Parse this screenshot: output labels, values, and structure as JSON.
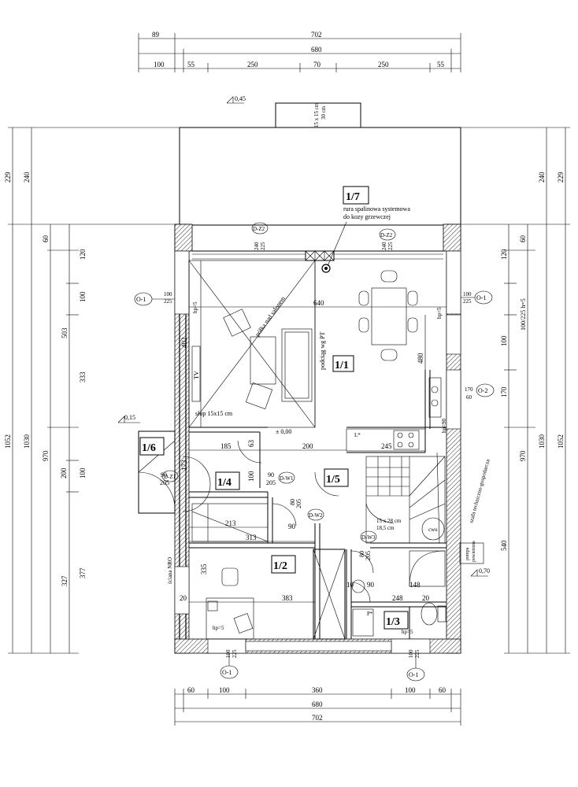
{
  "dims_top": {
    "row1": [
      "89",
      "702"
    ],
    "row2": [
      "680"
    ],
    "row3": [
      "100",
      "55",
      "250",
      "70",
      "250",
      "55"
    ]
  },
  "dims_bottom": {
    "row1": [
      "60",
      "100",
      "360",
      "100",
      "60"
    ],
    "row2": [
      "680"
    ],
    "row3": [
      "702"
    ]
  },
  "dims_left": {
    "outer": [
      "229",
      "1052"
    ],
    "mid": [
      "240",
      "1030"
    ],
    "inner": [
      "60",
      "970",
      "503",
      "327"
    ],
    "inner2": [
      "120",
      "100",
      "333",
      "200",
      "100",
      "377"
    ]
  },
  "dims_right": {
    "outer": [
      "229",
      "1052"
    ],
    "mid": [
      "240",
      "1030"
    ],
    "inner": [
      "60",
      "970",
      "540"
    ],
    "inner2": [
      "120",
      "100/225 h=5",
      "100",
      "170"
    ]
  },
  "levels": {
    "top": "0,45",
    "left": "0,15",
    "floor": "± 0,00",
    "right": "0,70"
  },
  "chimney": {
    "a": "15 x 15 cm",
    "b": "30 cm"
  },
  "rooms": [
    "1/1",
    "1/2",
    "1/3",
    "1/4",
    "1/5",
    "1/6",
    "1/7"
  ],
  "windows": {
    "o1": "O-1",
    "o2": "O-2",
    "o1_dims": "100\n225",
    "o2_dims": "170\n60"
  },
  "doors": {
    "dz1": "D-Z1",
    "dz2": "D-Z2",
    "dw1": "D-W1",
    "dw2": "D-W2",
    "dw3": "D-W3"
  },
  "texts": {
    "rura": "rura spalinowa systemowa",
    "kozy": "do kozy grzewczej",
    "polka": "półka nad salonem",
    "podcieg": "podciąg wg PT",
    "slup": "słup 15x15 cm",
    "szafa": "szafa techniczno-gospodarcza",
    "pompa1": "pompa",
    "pompa2": "powietrzna",
    "sciana": "ściana NRO",
    "tv": "TV",
    "cwu": "cwu",
    "hp5": "hp=5",
    "hp90": "hp=90",
    "p": "P*",
    "l": "L*",
    "stairs": "15 x 28 cm",
    "stairs2": "18,5 cm"
  },
  "interior_dims": {
    "w640": "640",
    "h402": "402",
    "h480": "480",
    "w185": "185",
    "w200": "200",
    "w245": "245",
    "h173": "173",
    "w63": "63",
    "h100": "100",
    "d90": "90",
    "d205": "205",
    "d80": "80",
    "w213": "213",
    "w313": "313",
    "h335": "335",
    "w383": "383",
    "w248": "248",
    "w148": "148",
    "w90b": "90",
    "h10": "10",
    "h20": "20",
    "h240": "240",
    "h225": "225",
    "h120": "120"
  }
}
